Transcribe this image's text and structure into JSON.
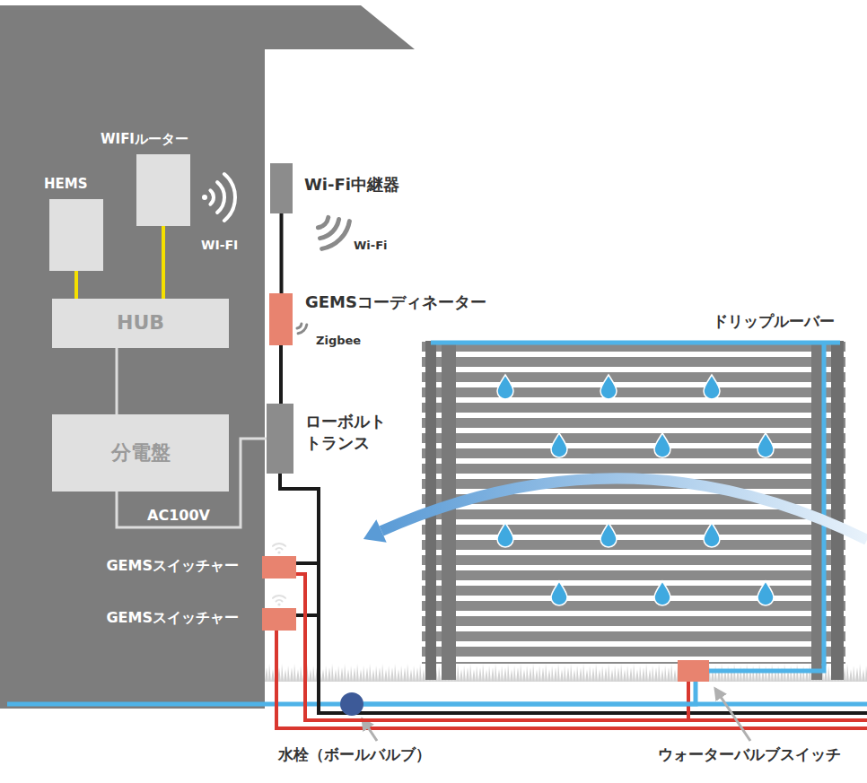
{
  "diagram": {
    "nodes": [
      {
        "text": [
          "WIFIルーター"
        ]
      },
      {
        "text": [
          "HEMS"
        ]
      },
      {
        "text": [
          "Wi-Fi中継器"
        ]
      },
      {
        "text": [
          "HUB"
        ]
      },
      {
        "text": [
          "GEMSコーディネーター"
        ]
      },
      {
        "text": [
          "ドリップルーバー"
        ]
      },
      {
        "text": [
          "分電盤"
        ]
      },
      {
        "text": [
          "ローボルト トランス"
        ]
      },
      {
        "text": [
          "GEMSスイッチャー"
        ]
      },
      {
        "text": [
          "GEMSスイッチャー"
        ]
      },
      {
        "text": [
          "水栓（ボールバルブ）"
        ]
      },
      {
        "text": [
          "ウォーターバルブスイッチ"
        ]
      }
    ],
    "edges": [
      {
        "from": 1,
        "to": 3,
        "arrow": "none"
      },
      {
        "from": 0,
        "to": 3,
        "arrow": "none"
      },
      {
        "from": 3,
        "to": 6,
        "arrow": "none"
      },
      {
        "from": 6,
        "to": 7,
        "label": "AC100V",
        "arrow": "none"
      },
      {
        "from": 2,
        "to": 4,
        "arrow": "none"
      },
      {
        "from": 4,
        "to": 7,
        "arrow": "none"
      },
      {
        "from": 7,
        "to": 8,
        "arrow": "none"
      },
      {
        "from": 7,
        "to": 9,
        "arrow": "none"
      },
      {
        "from": 8,
        "to": 11,
        "arrow": "none"
      },
      {
        "from": 10,
        "to": 11,
        "arrow": "none"
      },
      {
        "from": 11,
        "to": 5,
        "arrow": "none"
      }
    ],
    "labels": [
      "WI-FI",
      "Wi-Fi",
      "Zigbee"
    ]
  }
}
